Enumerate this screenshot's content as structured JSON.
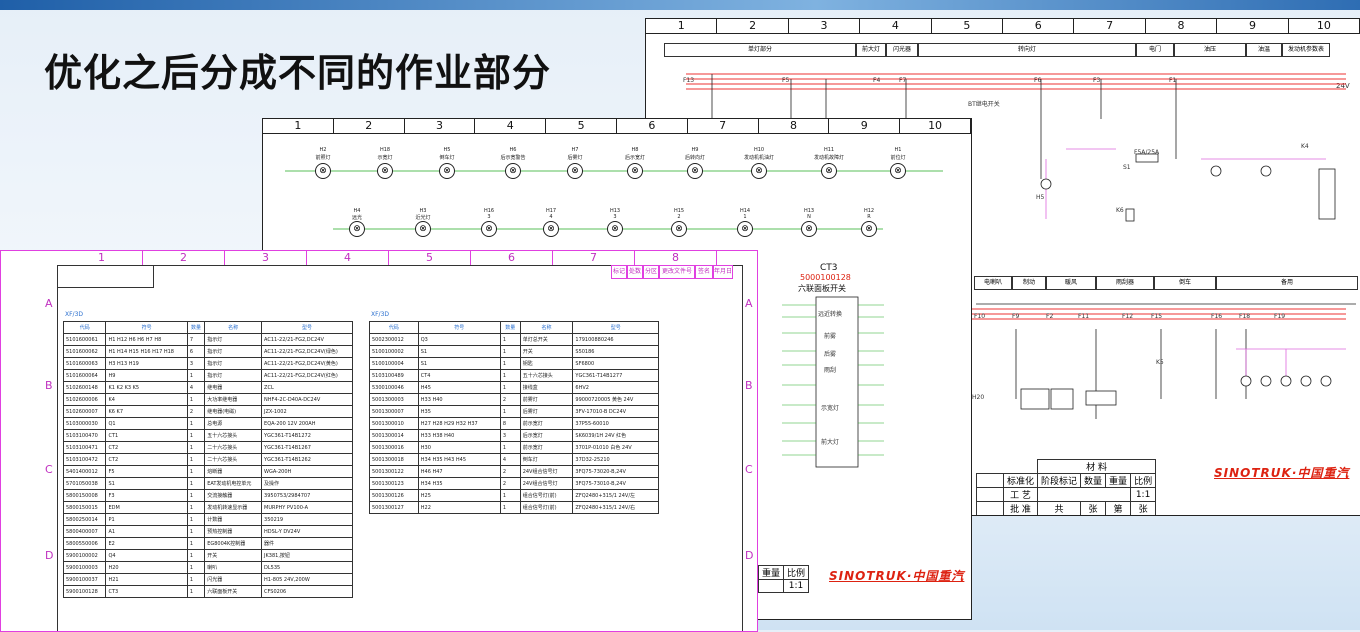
{
  "slide": {
    "title": "优化之后分成不同的作业部分"
  },
  "col_numbers": [
    "1",
    "2",
    "3",
    "4",
    "5",
    "6",
    "7",
    "8",
    "9",
    "10"
  ],
  "sheet_back": {
    "header_top": [
      "单灯部分",
      "前大灯",
      "闪光器",
      "转向灯",
      "电门",
      "油压",
      "油温",
      "发动机参数表"
    ],
    "header_bottom": [
      "电喇叭",
      "制动",
      "暖风",
      "雨刮器",
      "倒车",
      "备用"
    ],
    "voltage": "24V",
    "fuse_labels": [
      "F13",
      "F5",
      "F4",
      "F7",
      "F6",
      "F3",
      "F1",
      "F10",
      "F9",
      "F2",
      "F11",
      "F12",
      "F15",
      "F16",
      "F18",
      "F19"
    ],
    "relay_label": "K5",
    "component_labels": [
      "BT继电开关",
      "F5A/25A",
      "S1",
      "K4",
      "K6",
      "H5",
      "H20"
    ],
    "titleblock": {
      "materials": "材 料",
      "row1": [
        "标准化",
        "阶段标记",
        "数量",
        "重量",
        "比例"
      ],
      "row2": [
        "工 艺",
        "1:1"
      ],
      "row3": [
        "批 准",
        "共",
        "张",
        "第",
        "张"
      ]
    },
    "logo": "SINOTRUK·中国重汽"
  },
  "sheet_mid": {
    "lamps_row1": [
      {
        "code": "H2",
        "name": "前照灯"
      },
      {
        "code": "H18",
        "name": "示宽灯"
      },
      {
        "code": "H5",
        "name": "倒车灯"
      },
      {
        "code": "H6",
        "name": "后示宽警告"
      },
      {
        "code": "H7",
        "name": "后雾灯"
      },
      {
        "code": "H8",
        "name": "后示宽灯"
      },
      {
        "code": "H9",
        "name": "后转向灯"
      },
      {
        "code": "H10",
        "name": "发动机机油灯"
      },
      {
        "code": "H11",
        "name": "发动机故障灯"
      },
      {
        "code": "H1",
        "name": "前位灯"
      }
    ],
    "lamps_row2": [
      {
        "code": "H4",
        "name": "远光"
      },
      {
        "code": "H3",
        "name": "近光灯"
      },
      {
        "code": "H16",
        "name": "3"
      },
      {
        "code": "H17",
        "name": "4"
      },
      {
        "code": "H13",
        "name": "3"
      },
      {
        "code": "H15",
        "name": "2"
      },
      {
        "code": "H14",
        "name": "1"
      },
      {
        "code": "H13",
        "name": "N"
      },
      {
        "code": "H12",
        "name": "R"
      }
    ],
    "switch": {
      "code": "CT3",
      "part_no": "5000100128",
      "name": "六联面板开关",
      "blocks": [
        "远近转换",
        "前雾",
        "后雾",
        "雨刮",
        "示宽灯",
        "前大灯"
      ]
    },
    "titleblock": {
      "ratio_label": "比例",
      "ratio": "1:1",
      "qty_label": "重量"
    },
    "logo": "SINOTRUK·中国重汽"
  },
  "sheet_front": {
    "row_letters": [
      "A",
      "B",
      "C",
      "D"
    ],
    "revision_header": [
      "标记",
      "处数",
      "分区",
      "更改文件号",
      "签名",
      "年月日"
    ],
    "left_caption": "XF/3D",
    "right_caption": "XF/3D",
    "columns": [
      "代码",
      "符号",
      "数量",
      "名称",
      "型号"
    ],
    "left_rows": [
      [
        "5101600061",
        "H1 H12 H6 H6 H7 H8",
        "7",
        "指示灯",
        "AC11-22/21-FG2,DC24V"
      ],
      [
        "5101600062",
        "H1 H14 H15 H16 H17 H18",
        "6",
        "指示灯",
        "AC11-22/21-FG2,DC24V(绿色)"
      ],
      [
        "5101600063",
        "H3 H13 H19",
        "3",
        "指示灯",
        "AC11-22/21-FG2,DC24V(黄色)"
      ],
      [
        "5101600064",
        "H9",
        "1",
        "指示灯",
        "AC11-22/21-FG2,DC24V(红色)"
      ],
      [
        "5102600148",
        "K1 K2 K3 K5",
        "4",
        "继电器",
        "ZCL"
      ],
      [
        "5102600006",
        "K4",
        "1",
        "大功率继电器",
        "NHF4-2C-D40A-DC24V"
      ],
      [
        "5102600007",
        "K6 K7",
        "2",
        "继电器(电磁)",
        "JZX-1002"
      ],
      [
        "5103000030",
        "Q1",
        "1",
        "总电源",
        "EQA-200 12V 200AH"
      ],
      [
        "5103100470",
        "CT1",
        "1",
        "五十六芯接头",
        "YGC361-T14B1272"
      ],
      [
        "5103100471",
        "CT2",
        "1",
        "二十六芯接头",
        "YGC361-T14B1267"
      ],
      [
        "5103100472",
        "CT2",
        "1",
        "二十六芯接头",
        "YGC361-T14B1262"
      ],
      [
        "5401400012",
        "F5",
        "1",
        "熔断器",
        "WGA-200H"
      ],
      [
        "5701050038",
        "S1",
        "1",
        "EAT发动机电控单元",
        "及操作"
      ],
      [
        "5800150008",
        "F3",
        "1",
        "交流接触器",
        "3950753/2984707"
      ],
      [
        "5800150015",
        "EDM",
        "1",
        "发动机转速显示器",
        "MURPHY PV100-A"
      ],
      [
        "5800250014",
        "P1",
        "1",
        "计数器",
        "350219"
      ],
      [
        "5800400007",
        "A1",
        "1",
        "预热控制器",
        "HDSL-Y DV24V"
      ],
      [
        "5800550006",
        "E2",
        "1",
        "EG8004K控制器",
        "器件"
      ],
      [
        "5900100002",
        "Q4",
        "1",
        "开关",
        "JK381,按钮"
      ],
      [
        "5900100003",
        "H20",
        "1",
        "喇叭",
        "DL535"
      ],
      [
        "5900100037",
        "H21",
        "1",
        "闪光器",
        "H1-805 24V,200W"
      ],
      [
        "5900100128",
        "CT3",
        "1",
        "六联面板开关",
        "CFS0206"
      ]
    ],
    "right_rows": [
      [
        "5002300012",
        "Q3",
        "1",
        "单灯总开关",
        "179100880246"
      ],
      [
        "5100100002",
        "S1",
        "1",
        "开关",
        "S50186"
      ],
      [
        "5100100004",
        "S1",
        "1",
        "钥匙",
        "SF6800"
      ],
      [
        "5103100489",
        "CT4",
        "1",
        "五十六芯接头",
        "YGC361-T14B1277"
      ],
      [
        "5300100046",
        "H45",
        "1",
        "接线盒",
        "6HV2"
      ],
      [
        "5001300003",
        "H33 H40",
        "2",
        "前雾灯",
        "99000720005 黄色 24V"
      ],
      [
        "5001300007",
        "H35",
        "1",
        "后雾灯",
        "3FV-17010-B DC24V"
      ],
      [
        "5001300010",
        "H27 H28 H29 H32 H37",
        "8",
        "前示宽灯",
        "37P55-60010"
      ],
      [
        "5001300014",
        "H33 H38 H40",
        "3",
        "后示宽灯",
        "SK6039/1H 24V 红色"
      ],
      [
        "5001300016",
        "H30",
        "1",
        "前示宽灯",
        "3701P-01010 白色 24V"
      ],
      [
        "5001300018",
        "H34 H35 H43 H45",
        "4",
        "倒车灯",
        "37D32-25210"
      ],
      [
        "5001300122",
        "H46 H47",
        "2",
        "24V组合信号灯",
        "3FQ75-73020-B,24V"
      ],
      [
        "5001300123",
        "H34 H35",
        "2",
        "24V组合信号灯",
        "3FQ75-73010-B,24V"
      ],
      [
        "5001300126",
        "H25",
        "1",
        "组合信号灯(前)",
        "ZFQ2480+315/1 24V/左"
      ],
      [
        "5001300127",
        "H22",
        "1",
        "组合信号灯(前)",
        "ZFQ2480+315/1 24V/右"
      ]
    ]
  }
}
